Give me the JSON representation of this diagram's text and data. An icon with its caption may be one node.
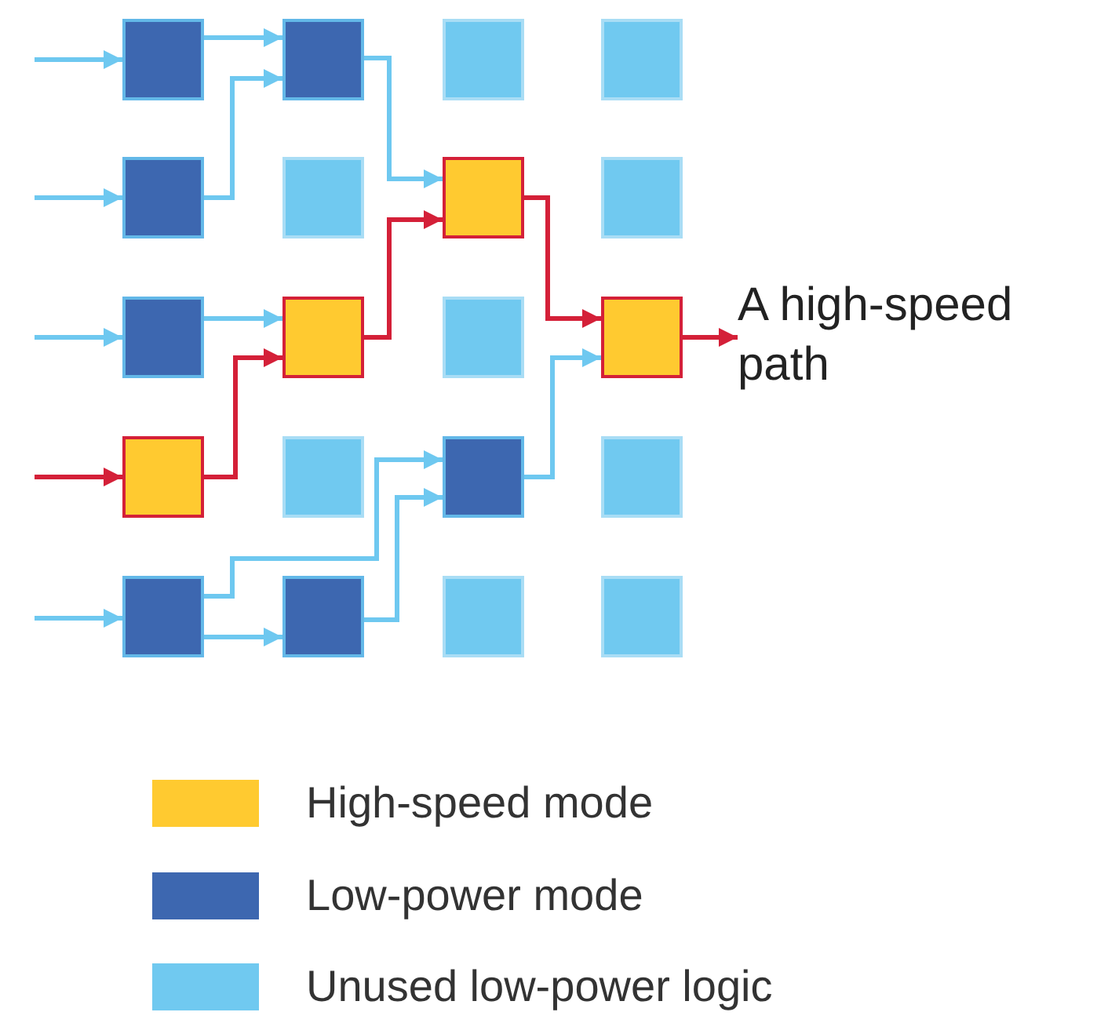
{
  "diagram": {
    "nodes": [
      {
        "text": [],
        "shape": "box"
      },
      {
        "text": [],
        "shape": "box"
      },
      {
        "text": [],
        "shape": "box"
      },
      {
        "text": [],
        "shape": "box"
      },
      {
        "text": [],
        "shape": "box"
      },
      {
        "text": [],
        "shape": "box"
      },
      {
        "text": [],
        "shape": "box"
      },
      {
        "text": [],
        "shape": "box"
      },
      {
        "text": [],
        "shape": "box"
      },
      {
        "text": [],
        "shape": "box"
      },
      {
        "text": [],
        "shape": "box"
      },
      {
        "text": [],
        "shape": "box"
      },
      {
        "text": [],
        "shape": "box"
      },
      {
        "text": [],
        "shape": "box"
      },
      {
        "text": [],
        "shape": "box"
      },
      {
        "text": [],
        "shape": "box"
      },
      {
        "text": [],
        "shape": "box"
      },
      {
        "text": [],
        "shape": "box"
      },
      {
        "text": [],
        "shape": "box"
      },
      {
        "text": [],
        "shape": "box"
      },
      {
        "text": [
          "A high-speed path"
        ]
      }
    ],
    "edges": [
      {
        "from": null,
        "to": 0,
        "arrow": "to"
      },
      {
        "from": null,
        "to": 4,
        "arrow": "to"
      },
      {
        "from": null,
        "to": 8,
        "arrow": "to"
      },
      {
        "from": null,
        "to": 12,
        "arrow": "to",
        "color": "#d42038"
      },
      {
        "from": null,
        "to": 16,
        "arrow": "to"
      },
      {
        "from": 0,
        "to": 1,
        "arrow": "to"
      },
      {
        "from": 4,
        "to": 1,
        "arrow": "to"
      },
      {
        "from": 1,
        "to": 6,
        "arrow": "to"
      },
      {
        "from": 8,
        "to": 9,
        "arrow": "to"
      },
      {
        "from": 12,
        "to": 9,
        "arrow": "to",
        "color": "#d42038"
      },
      {
        "from": 9,
        "to": 6,
        "arrow": "to",
        "color": "#d42038"
      },
      {
        "from": 6,
        "to": 11,
        "arrow": "to",
        "color": "#d42038"
      },
      {
        "from": 14,
        "to": 11,
        "arrow": "to"
      },
      {
        "from": 16,
        "to": 17,
        "arrow": "to"
      },
      {
        "from": 16,
        "to": 14,
        "arrow": "to"
      },
      {
        "from": 17,
        "to": 14,
        "arrow": "to"
      },
      {
        "from": 11,
        "to": 20,
        "arrow": "to",
        "color": "#d42038"
      }
    ],
    "legend": [
      {
        "text": "High-speed mode",
        "color": "#ffca30"
      },
      {
        "text": "Low-power mode",
        "color": "#3d67b0"
      },
      {
        "text": "Unused low-power logic",
        "color": "#70c9f0"
      }
    ]
  }
}
